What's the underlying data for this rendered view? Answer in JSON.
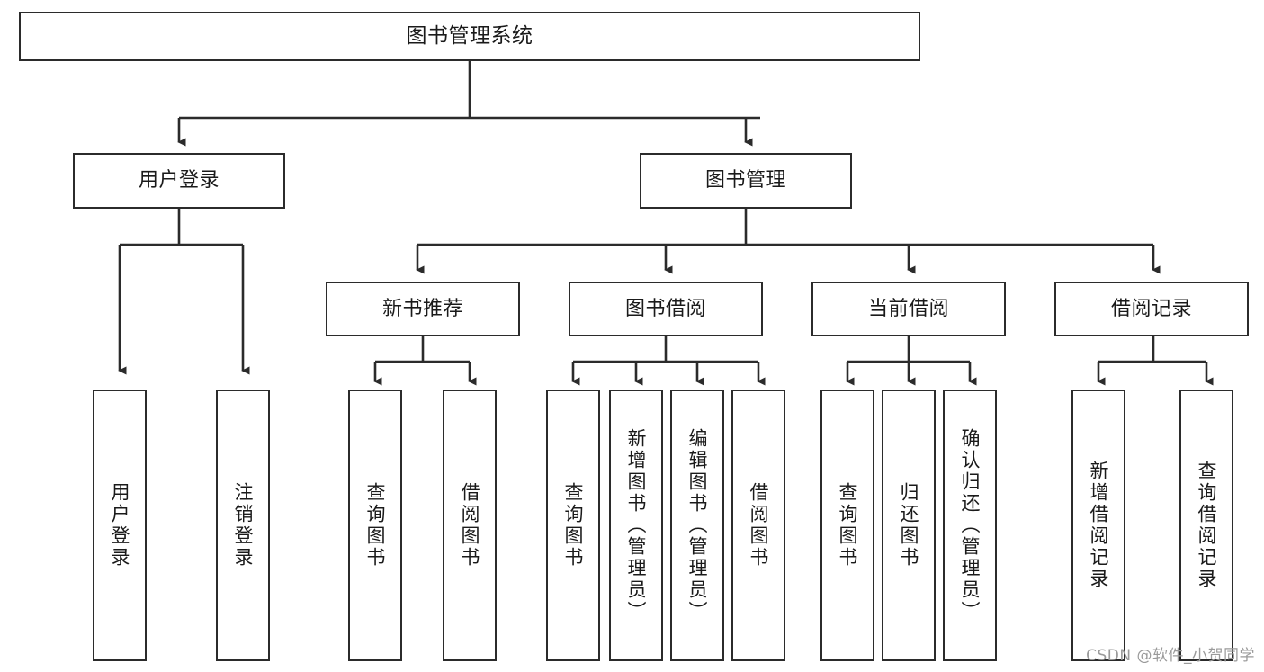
{
  "diagram": {
    "title": "图书管理系统",
    "watermark": "CSDN @软件_小贺同学",
    "line_color": "#2b2b2b",
    "box_fill": "#ffffff",
    "text_color": "#1a1a1a",
    "watermark_color": "#9a9a9a"
  },
  "nodes": {
    "root": {
      "label": "图书管理系统"
    },
    "level1": [
      {
        "label": "用户登录"
      },
      {
        "label": "图书管理"
      }
    ],
    "level2": [
      {
        "label": "新书推荐"
      },
      {
        "label": "图书借阅"
      },
      {
        "label": "当前借阅"
      },
      {
        "label": "借阅记录"
      }
    ],
    "leaves": {
      "user_login": [
        {
          "label": "用户登录"
        },
        {
          "label": "注销登录"
        }
      ],
      "new_book_recommend": [
        {
          "label": "查询图书"
        },
        {
          "label": "借阅图书"
        }
      ],
      "book_borrow": [
        {
          "label": "查询图书"
        },
        {
          "label": "新增图书（管理员）"
        },
        {
          "label": "编辑图书（管理员）"
        },
        {
          "label": "借阅图书"
        }
      ],
      "current_borrow": [
        {
          "label": "查询图书"
        },
        {
          "label": "归还图书"
        },
        {
          "label": "确认归还（管理员）"
        }
      ],
      "borrow_record": [
        {
          "label": "新增借阅记录"
        },
        {
          "label": "查询借阅记录"
        }
      ]
    }
  }
}
